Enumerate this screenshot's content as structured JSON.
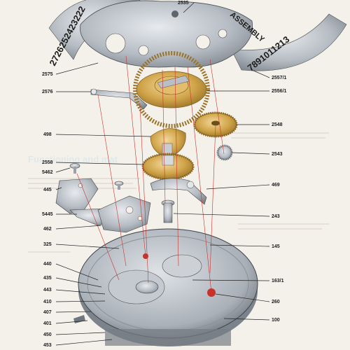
{
  "assembly_word": "ASSEMBLY",
  "date_ring_left": "2726252423222",
  "date_ring_right": "7891011213",
  "background_heading": "Functioning and mat",
  "labels": {
    "l2535": "2535",
    "l2575": "2575",
    "l2557": "2557/1",
    "l2576": "2576",
    "l2556": "2556/1",
    "l2548": "2548",
    "l498": "498",
    "l2543": "2543",
    "l2558": "2558",
    "l5462": "5462",
    "l469": "469",
    "l445": "445",
    "l5445": "5445",
    "l243": "243",
    "l462": "462",
    "l325": "325",
    "l145": "145",
    "l440": "440",
    "l435": "435",
    "l443": "443",
    "l163": "163/1",
    "l410": "410",
    "l260": "260",
    "l407": "407",
    "l401": "401",
    "l100": "100",
    "l450": "450",
    "l453": "453"
  },
  "colors": {
    "paper": "#f4f1ea",
    "steel": "#b9bfc6",
    "steel_dark": "#6f767e",
    "brass": "#c99a3c",
    "brass_light": "#e8c275",
    "jewel_red": "#c8322b",
    "leader_red": "#c8322b"
  }
}
